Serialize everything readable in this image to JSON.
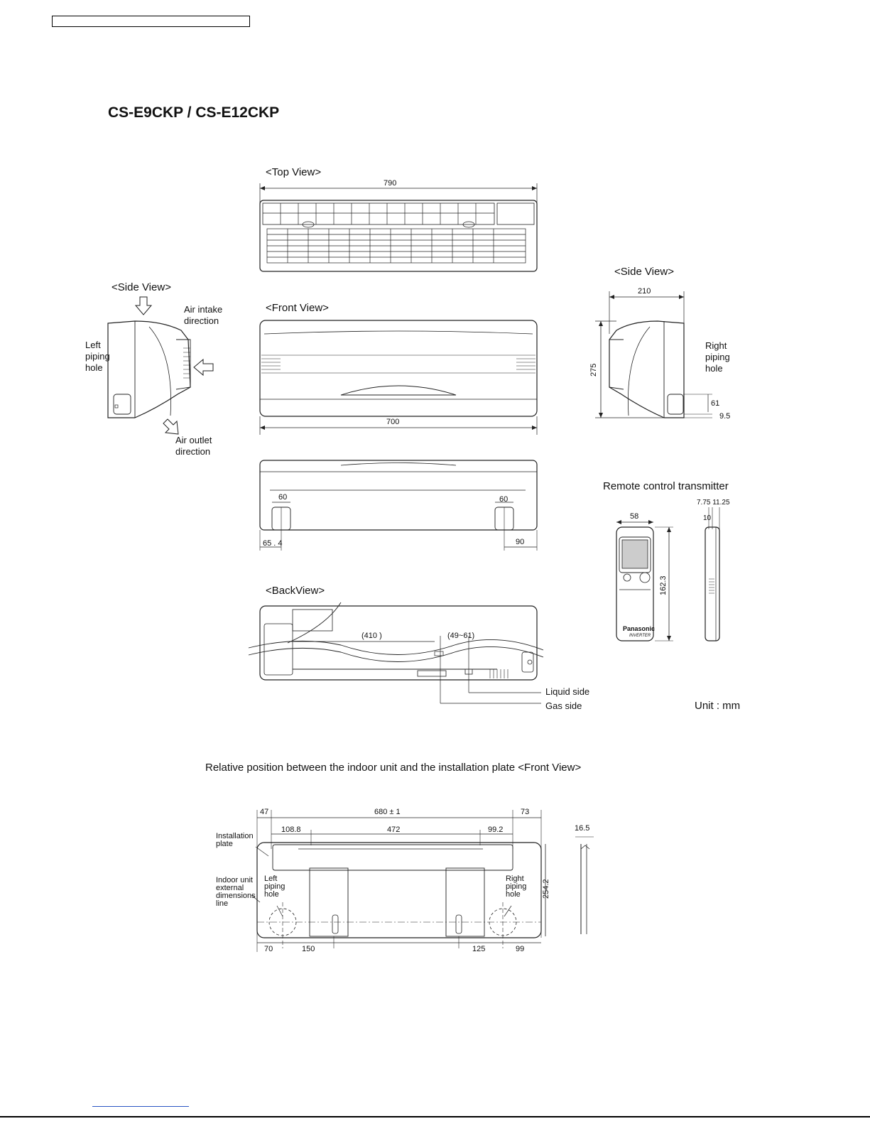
{
  "title": "CS-E9CKP / CS-E12CKP",
  "views": {
    "top": "<Top View>",
    "front": "<Front View>",
    "side_left": "<Side View>",
    "side_right": "<Side View>",
    "back": "<BackView>",
    "remote": "Remote control transmitter",
    "installation": "Relative position between the indoor unit and the installation plate <Front View>"
  },
  "labels": {
    "air_intake": "Air intake\ndirection",
    "air_outlet": "Air outlet\ndirection",
    "left_piping_hole": "Left\npiping\nhole",
    "right_piping_hole": "Right\npiping\nhole",
    "liquid_side": "Liquid side",
    "gas_side": "Gas side",
    "unit": "Unit : mm",
    "installation_plate": "Installation\nplate",
    "indoor_unit_line": "Indoor unit\nexternal\ndimensions\nline",
    "plate_left_hole": "Left\npiping\nhole",
    "plate_right_hole": "Right\npiping\nhole",
    "brand": "Panasonic",
    "brand_sub": "INVERTER"
  },
  "dimensions": {
    "top_width": "790",
    "front_width": "700",
    "side_depth": "210",
    "side_height": "275",
    "side_61": "61",
    "side_9_5": "9.5",
    "bottom_60_left": "60",
    "bottom_60_right": "60",
    "bottom_65_4": "65 . 4",
    "bottom_90": "90",
    "back_410": "(410 )",
    "back_49_61": "(49~61)",
    "remote_width": "58",
    "remote_height": "162.3",
    "remote_7_75_11_25": "7.75  11.25",
    "remote_10": "10",
    "plate_47": "47",
    "plate_680": "680 ± 1",
    "plate_73": "73",
    "plate_108_8": "108.8",
    "plate_472": "472",
    "plate_99_2": "99.2",
    "plate_16_5": "16.5",
    "plate_254_2": "254.2",
    "plate_70": "70",
    "plate_150": "150",
    "plate_125": "125",
    "plate_99": "99"
  }
}
